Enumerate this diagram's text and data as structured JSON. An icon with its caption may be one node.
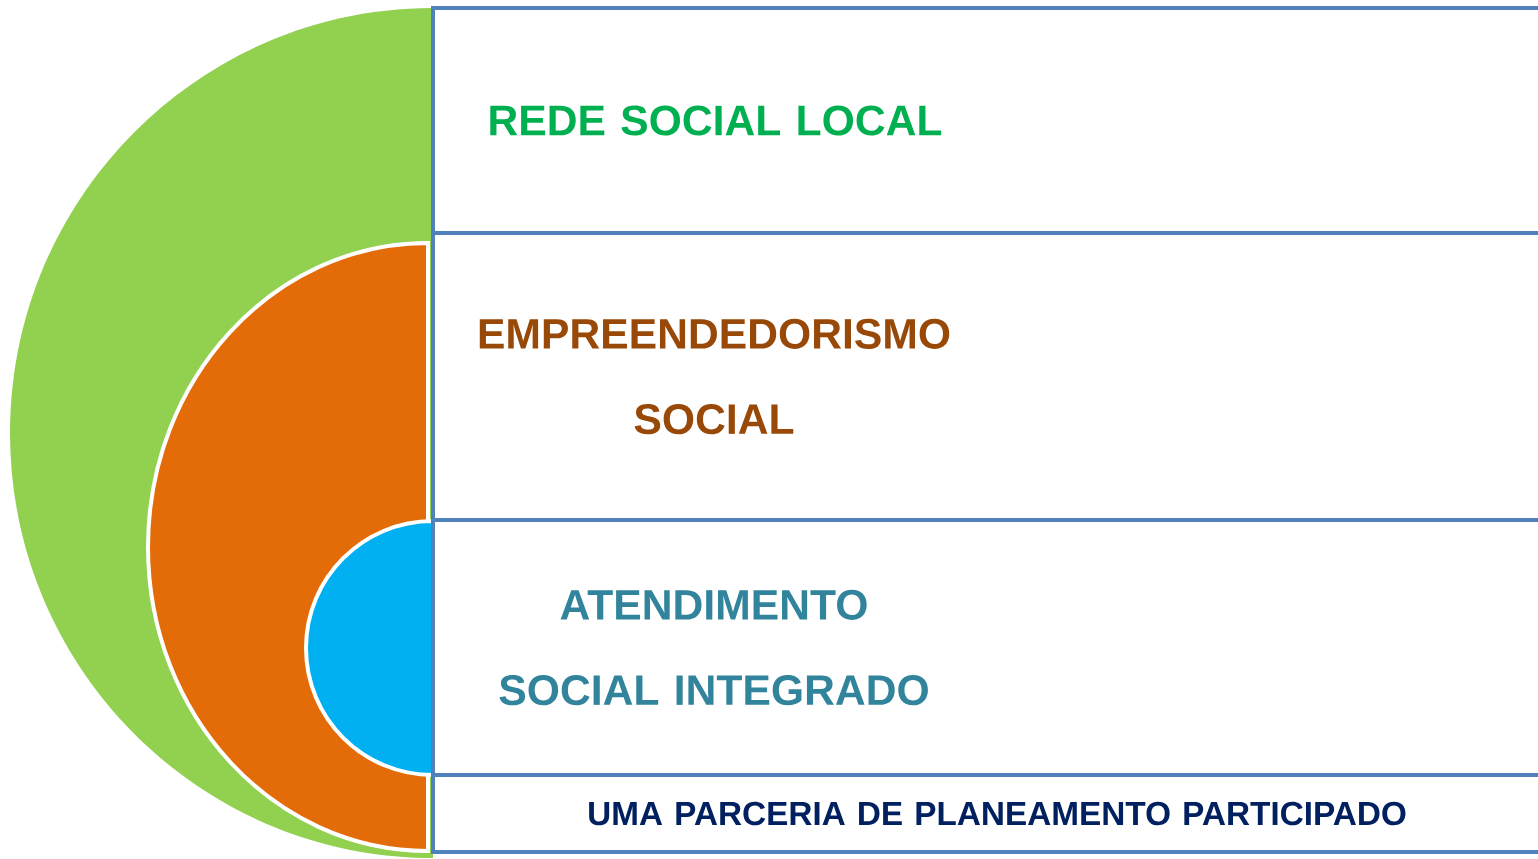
{
  "diagram": {
    "nodes": [
      {
        "text": [
          "REDE SOCIAL LOCAL"
        ]
      },
      {
        "text": [
          "EMPREENDEDORISMO SOCIAL"
        ]
      },
      {
        "text": [
          "ATENDIMENTO SOCIAL INTEGRADO"
        ]
      },
      {
        "text": [
          "UMA PARCERIA DE PLANEAMENTO PARTICIPADO"
        ]
      },
      {
        "text": [],
        "shape": "semicircle"
      },
      {
        "text": [],
        "shape": "semicircle",
        "in": 4
      },
      {
        "text": [],
        "shape": "semicircle",
        "in": 5
      }
    ]
  }
}
